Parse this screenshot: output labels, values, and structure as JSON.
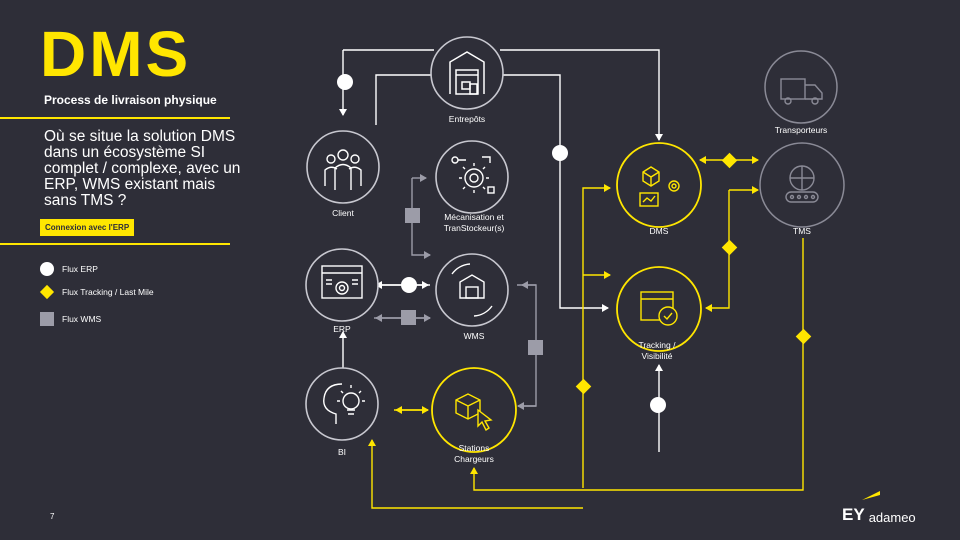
{
  "header": {
    "title": "DMS",
    "subtitle": "Process de livraison physique"
  },
  "question": "Où se situe la solution DMS dans un écosystème SI complet / complexe, avec un ERP, WMS existant mais sans TMS ?",
  "tag": "Connexion avec l'ERP",
  "legend": [
    {
      "icon": "circle",
      "label": "Flux ERP"
    },
    {
      "icon": "diamond",
      "label": "Flux Tracking / Last Mile"
    },
    {
      "icon": "square",
      "label": "Flux WMS"
    }
  ],
  "nodes": {
    "entrepots": "Entrepôts",
    "client": "Client",
    "mecanisation_1": "Mécanisation et",
    "mecanisation_2": "TranStockeur(s)",
    "dms": "DMS",
    "transporteurs": "Transporteurs",
    "tms": "TMS",
    "erp": "ERP",
    "wms": "WMS",
    "tracking_1": "Tracking /",
    "tracking_2": "Visibilité",
    "bi": "BI",
    "stations_1": "Stations",
    "stations_2": "Chargeurs"
  },
  "footer": {
    "page_number": "7",
    "logo_mark": "EY",
    "logo_name": "adameo"
  },
  "colors": {
    "background": "#2e2e38",
    "accent": "#ffe600",
    "gray": "#9c9ca8",
    "white": "#ffffff"
  }
}
